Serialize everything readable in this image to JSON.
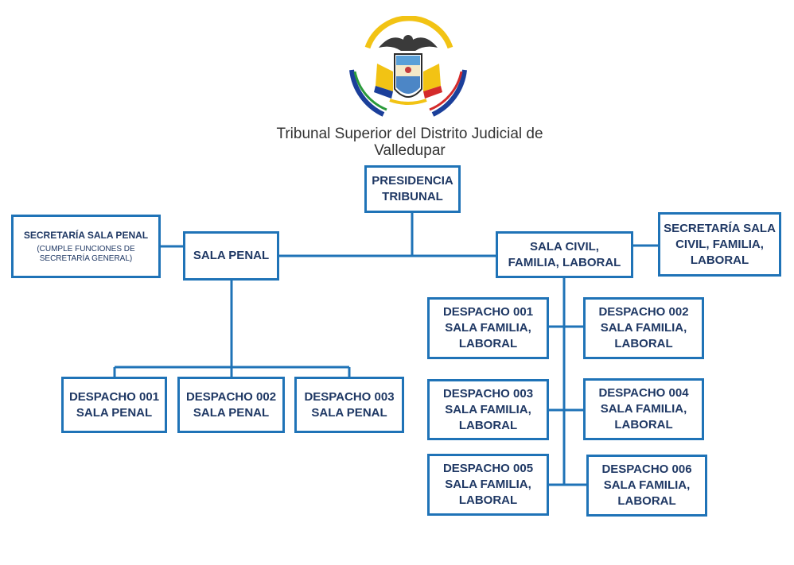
{
  "header": {
    "title": "Tribunal Superior del Distrito Judicial de\nValledupar",
    "logo": "colombia-coat-of-arms-seal"
  },
  "colors": {
    "border": "#1f73b7",
    "text": "#1f3864"
  },
  "nodes": {
    "presidencia": "PRESIDENCIA\nTRIBUNAL",
    "sala_penal": "SALA PENAL",
    "secretaria_penal": {
      "title": "SECRETARÍA SALA PENAL",
      "note": "(CUMPLE FUNCIONES DE\nSECRETARÍA GENERAL)"
    },
    "sala_civil": "SALA CIVIL,\nFAMILIA, LABORAL",
    "secretaria_civil": "SECRETARÍA SALA\nCIVIL, FAMILIA,\nLABORAL",
    "penal_despachos": [
      "DESPACHO 001\nSALA PENAL",
      "DESPACHO 002\nSALA PENAL",
      "DESPACHO 003\nSALA PENAL"
    ],
    "civil_despachos": [
      "DESPACHO 001\nSALA FAMILIA,\nLABORAL",
      "DESPACHO 002\nSALA FAMILIA,\nLABORAL",
      "DESPACHO 003\nSALA FAMILIA,\nLABORAL",
      "DESPACHO 004\nSALA FAMILIA,\nLABORAL",
      "DESPACHO 005\nSALA FAMILIA,\nLABORAL",
      "DESPACHO 006\nSALA FAMILIA,\nLABORAL"
    ]
  }
}
